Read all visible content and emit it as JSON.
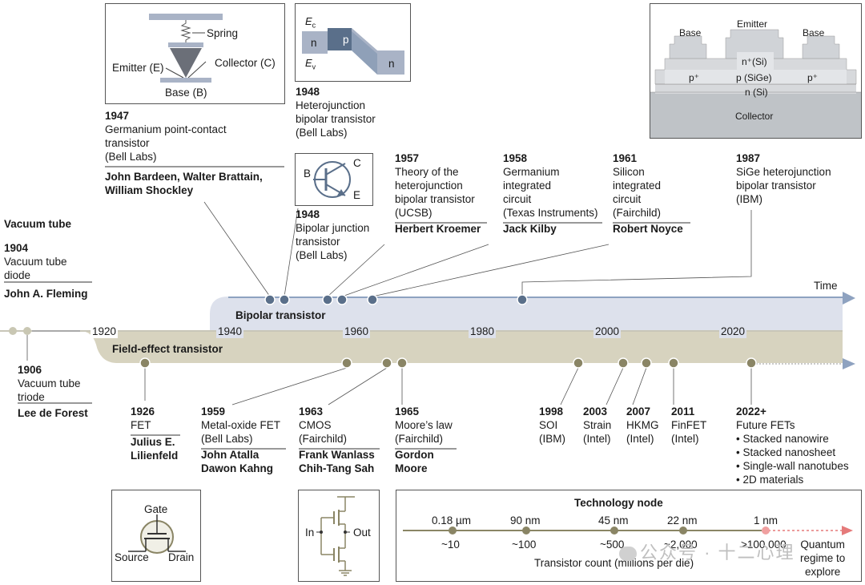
{
  "time_label": "Time",
  "bipolar_band_label": "Bipolar transistor",
  "fet_band_label": "Field-effect transistor",
  "year_ticks": [
    "1920",
    "1940",
    "1960",
    "1980",
    "2000",
    "2020"
  ],
  "vacuum": {
    "heading": "Vacuum tube",
    "e1904": {
      "year": "1904",
      "lines": [
        "Vacuum tube",
        "diode"
      ],
      "person": "John A. Fleming"
    },
    "e1906": {
      "year": "1906",
      "lines": [
        "Vacuum tube",
        "triode"
      ],
      "person": "Lee de Forest"
    }
  },
  "bipolar_events": {
    "e1947": {
      "year": "1947",
      "lines": [
        "Germanium point-contact",
        "transistor",
        "(Bell Labs)"
      ],
      "people": [
        "John Bardeen, Walter Brattain,",
        "William Shockley"
      ]
    },
    "e1948a": {
      "year": "1948",
      "lines": [
        "Heterojunction",
        "bipolar transistor",
        "(Bell Labs)"
      ]
    },
    "e1948b": {
      "year": "1948",
      "lines": [
        "Bipolar junction",
        "transistor",
        "(Bell Labs)"
      ]
    },
    "e1957": {
      "year": "1957",
      "lines": [
        "Theory of the",
        "heterojunction",
        "bipolar transistor",
        "(UCSB)"
      ],
      "person": "Herbert Kroemer"
    },
    "e1958": {
      "year": "1958",
      "lines": [
        "Germanium",
        "integrated",
        "circuit",
        "(Texas Instruments)"
      ],
      "person": "Jack Kilby"
    },
    "e1961": {
      "year": "1961",
      "lines": [
        "Silicon",
        "integrated",
        "circuit",
        "(Fairchild)"
      ],
      "person": "Robert Noyce"
    },
    "e1987": {
      "year": "1987",
      "lines": [
        "SiGe heterojunction",
        "bipolar transistor",
        "(IBM)"
      ]
    }
  },
  "fet_events": {
    "e1926": {
      "year": "1926",
      "lines": [
        "FET"
      ],
      "people": [
        "Julius E.",
        "Lilienfeld"
      ]
    },
    "e1959": {
      "year": "1959",
      "lines": [
        "Metal-oxide FET",
        "(Bell Labs)"
      ],
      "people": [
        "John Atalla",
        "Dawon Kahng"
      ]
    },
    "e1963": {
      "year": "1963",
      "lines": [
        "CMOS",
        "(Fairchild)"
      ],
      "people": [
        "Frank Wanlass",
        "Chih-Tang Sah"
      ]
    },
    "e1965": {
      "year": "1965",
      "lines": [
        "Moore’s law",
        "(Fairchild)"
      ],
      "people": [
        "Gordon",
        "Moore"
      ]
    },
    "e1998": {
      "year": "1998",
      "lines": [
        "SOI",
        "(IBM)"
      ]
    },
    "e2003": {
      "year": "2003",
      "lines": [
        "Strain",
        "(Intel)"
      ]
    },
    "e2007": {
      "year": "2007",
      "lines": [
        "HKMG",
        "(Intel)"
      ]
    },
    "e2011": {
      "year": "2011",
      "lines": [
        "FinFET",
        "(Intel)"
      ]
    },
    "e2022": {
      "year": "2022+",
      "lines": [
        "Future FETs"
      ],
      "bullets": [
        "Stacked nanowire",
        "Stacked nanosheet",
        "Single-wall nanotubes",
        "2D materials"
      ]
    }
  },
  "point_contact_diagram": {
    "spring": "Spring",
    "emitter": "Emitter (E)",
    "collector": "Collector (C)",
    "base": "Base (B)"
  },
  "hbt_band_diagram": {
    "ec": "E",
    "ec_sub": "c",
    "ev": "E",
    "ev_sub": "v",
    "n_left": "n",
    "p": "p",
    "n_right": "n"
  },
  "bjt_symbol": {
    "b": "B",
    "c": "C",
    "e": "E"
  },
  "sige_diagram": {
    "base_left": "Base",
    "emitter": "Emitter",
    "base_right": "Base",
    "nplus": "n⁺(Si)",
    "pplus_left": "p⁺",
    "psige": "p (SiGe)",
    "pplus_right": "p⁺",
    "nsi": "n (Si)",
    "collector": "Collector"
  },
  "fet_diagram": {
    "gate": "Gate",
    "source": "Source",
    "drain": "Drain"
  },
  "cmos_diagram": {
    "in": "In",
    "out": "Out"
  },
  "tech_node": {
    "title": "Technology node",
    "nodes": [
      "0.18 µm",
      "90 nm",
      "45 nm",
      "22 nm",
      "1 nm"
    ],
    "counts": [
      "~10",
      "~100",
      "~500",
      "~2,000",
      ">100,000"
    ],
    "quantum": [
      "Quantum",
      "regime to",
      "explore"
    ],
    "caption": "Transistor count (millions per die)"
  },
  "watermark": "公众号 · 十二心理",
  "colors": {
    "bipolar_band": "#dde1ec",
    "fet_band": "#d7d3bf",
    "marker_bipolar": "#5a6f8a",
    "marker_fet": "#8a8565",
    "arrow": "#8ea2c0",
    "future": "#f0a0a0"
  }
}
